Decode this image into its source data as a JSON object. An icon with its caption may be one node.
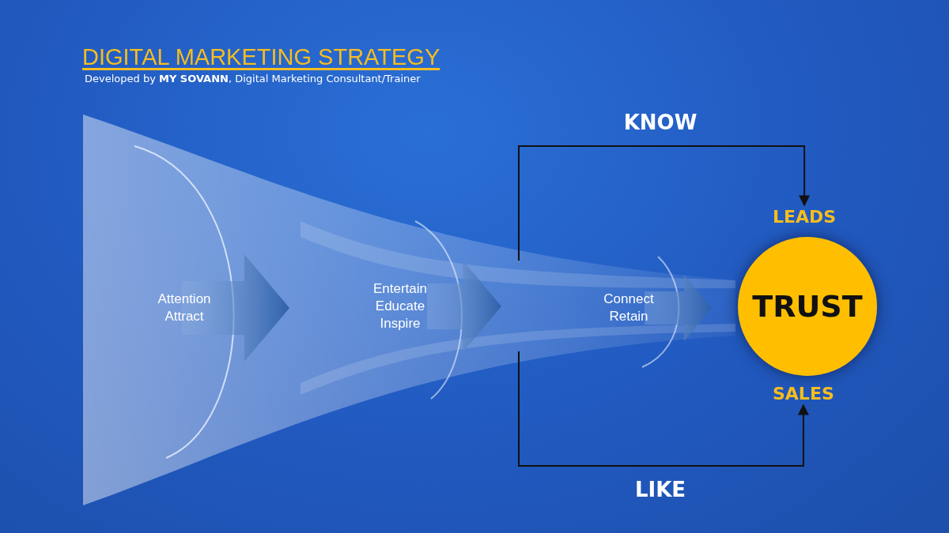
{
  "diagram": {
    "title": "DIGITAL MARKETING STRATEGY",
    "nodes": [
      {
        "text": [
          "Attention Attract"
        ]
      },
      {
        "text": [
          "Entertain Educate Inspire"
        ]
      },
      {
        "text": [
          "Connect Retain"
        ]
      },
      {
        "text": [
          "LEADS"
        ]
      },
      {
        "text": [
          "TRUST"
        ]
      },
      {
        "text": [
          "SALES"
        ]
      }
    ],
    "edges": [
      {
        "from": null,
        "to": 3,
        "arrow": "to",
        "label": "KNOW"
      },
      {
        "from": null,
        "to": 5,
        "arrow": "to",
        "label": "LIKE"
      }
    ],
    "labels": [
      "Developed by **MY SOVANN**, Digital Marketing Consultant/Trainer"
    ]
  }
}
